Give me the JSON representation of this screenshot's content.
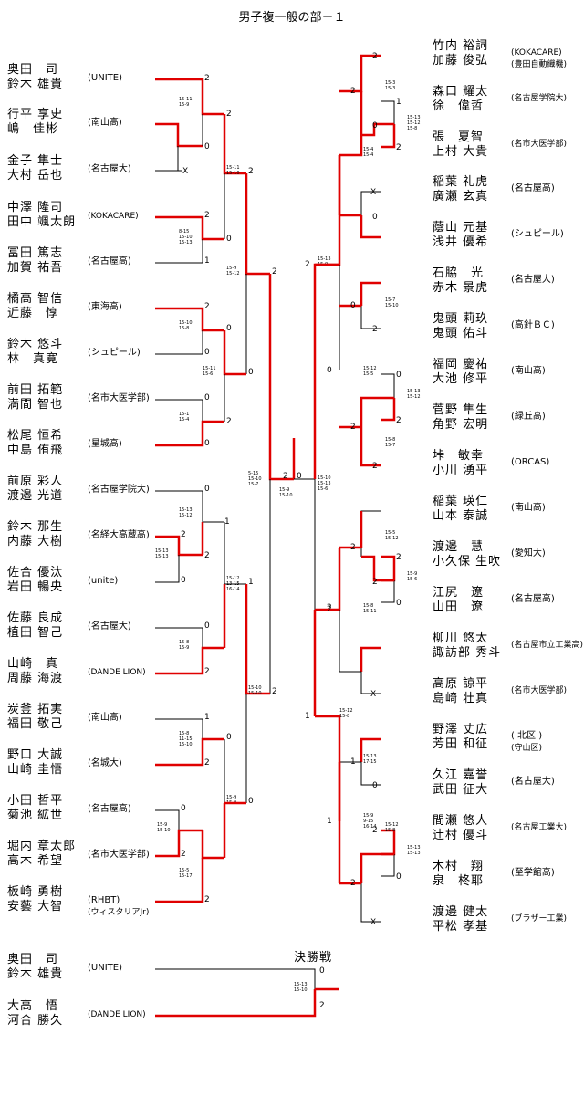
{
  "title": "男子複一般の部－１",
  "final_label": "決勝戦",
  "left_pairs": [
    {
      "p1": "奥田　司",
      "p2": "鈴木 雄貴",
      "team": "(UNITE)"
    },
    {
      "p1": "行平 享史",
      "p2": "嶋　佳彬",
      "team": "(南山高)"
    },
    {
      "p1": "金子 隼士",
      "p2": "大村 岳也",
      "team": "(名古屋大)"
    },
    {
      "p1": "中澤 隆司",
      "p2": "田中 颯太朗",
      "team": "(KOKACARE)"
    },
    {
      "p1": "冨田 篤志",
      "p2": "加賀 祐吾",
      "team": "(名古屋高)"
    },
    {
      "p1": "橘高 智信",
      "p2": "近藤　惇",
      "team": "(東海高)"
    },
    {
      "p1": "鈴木 悠斗",
      "p2": "林　真寛",
      "team": "(シュピール)"
    },
    {
      "p1": "前田 拓範",
      "p2": "満間 智也",
      "team": "(名市大医学部)"
    },
    {
      "p1": "松尾 恒希",
      "p2": "中島 侑飛",
      "team": "(星城高)"
    },
    {
      "p1": "前原 彩人",
      "p2": "渡邉 光道",
      "team": "(名古屋学院大)"
    },
    {
      "p1": "鈴木 那生",
      "p2": "内藤 大樹",
      "team": "(名経大高蔵高)"
    },
    {
      "p1": "佐合 優汰",
      "p2": "岩田 暢央",
      "team": "(unite)"
    },
    {
      "p1": "佐藤 良成",
      "p2": "植田 智己",
      "team": "(名古屋大)"
    },
    {
      "p1": "山崎　真",
      "p2": "周藤 海渡",
      "team": "(DANDE LION)"
    },
    {
      "p1": "炭釜 拓実",
      "p2": "福田 敬己",
      "team": "(南山高)"
    },
    {
      "p1": "野口 大誠",
      "p2": "山崎 圭悟",
      "team": "(名城大)"
    },
    {
      "p1": "小田 哲平",
      "p2": "菊池 絋世",
      "team": "(名古屋高)"
    },
    {
      "p1": "堀内 章太郎",
      "p2": "高木 希望",
      "team": "(名市大医学部)"
    },
    {
      "p1": "板崎 勇樹",
      "p2": "安藝 大智",
      "team": "(RHBT)",
      "team2": "(ウィスタリアJr)"
    }
  ],
  "right_pairs": [
    {
      "p1": "竹内 裕詞",
      "p2": "加藤 俊弘",
      "team": "(KOKACARE)",
      "team2": "(豊田自動織機)"
    },
    {
      "p1": "森口 耀太",
      "p2": "徐　偉哲",
      "team": "(名古屋学院大)"
    },
    {
      "p1": "張　夏智",
      "p2": "上村 大貴",
      "team": "(名市大医学部)"
    },
    {
      "p1": "稲葉 礼虎",
      "p2": "廣瀬 玄真",
      "team": "(名古屋高)"
    },
    {
      "p1": "蔭山 元基",
      "p2": "浅井 優希",
      "team": "(シュピール)"
    },
    {
      "p1": "石脇　光",
      "p2": "赤木 景虎",
      "team": "(名古屋大)"
    },
    {
      "p1": "鬼頭 莉玖",
      "p2": "鬼頭 佑斗",
      "team": "(高針ＢＣ)"
    },
    {
      "p1": "福岡 慶祐",
      "p2": "大池 修平",
      "team": "(南山高)"
    },
    {
      "p1": "菅野 隼生",
      "p2": "角野 宏明",
      "team": "(緑丘高)"
    },
    {
      "p1": "垰　敏幸",
      "p2": "小川 湧平",
      "team": "(ORCAS)"
    },
    {
      "p1": "稲葉 瑛仁",
      "p2": "山本 泰誠",
      "team": "(南山高)"
    },
    {
      "p1": "渡邉　慧",
      "p2": "小久保 生吹",
      "team": "(愛知大)"
    },
    {
      "p1": "江尻　遼",
      "p2": "山田　遼",
      "team": "(名古屋高)"
    },
    {
      "p1": "柳川 悠太",
      "p2": "諏訪部 秀斗",
      "team": "(名古屋市立工業高)"
    },
    {
      "p1": "高原 諒平",
      "p2": "島崎 壮真",
      "team": "(名市大医学部)"
    },
    {
      "p1": "野澤 丈広",
      "p2": "芳田 和征",
      "team": "( 北区 )",
      "team2": "(守山区)"
    },
    {
      "p1": "久江 嘉誉",
      "p2": "武田 征大",
      "team": "(名古屋大)"
    },
    {
      "p1": "間瀬 悠人",
      "p2": "辻村 優斗",
      "team": "(名古屋工業大)"
    },
    {
      "p1": "木村　翔",
      "p2": "泉　柊耶",
      "team": "(至学館高)"
    },
    {
      "p1": "渡邊 健太",
      "p2": "平松 孝基",
      "team": "(ブラザー工業)"
    }
  ],
  "final_pairs": [
    {
      "p1": "奥田　司",
      "p2": "鈴木 雄貴",
      "team": "(UNITE)"
    },
    {
      "p1": "大高　悟",
      "p2": "河合 勝久",
      "team": "(DANDE LION)"
    }
  ],
  "marks": {
    "L_R1A_t": "2",
    "L_R1A_b": "0",
    "L_R1B_t": "0",
    "L_R1B_b": "X",
    "L_R2A_t": "2",
    "L_R2A_b": "0",
    "L_R1C_t": "2",
    "L_R1C_b": "1",
    "L_R2B_t": "2",
    "L_R2B_b": "0",
    "L_R3A_t": "2",
    "L_R3A_b": "0",
    "L_R2C_t": "0",
    "L_R2C_b": "0",
    "L_R1D_t": "0",
    "L_R1D_b": "2",
    "L_R2D_t": "0",
    "L_R2D_b": "2",
    "L_R3B_t": "0",
    "L_R3B_b": "2",
    "L_R4A_t": "2",
    "L_R4A_b": "1",
    "L_R1E_t": "2",
    "L_R1E_b": "0",
    "L_R2E_t": "0",
    "L_R2E_b": "2",
    "L_R2E2_t": "1",
    "L_R2F_t": "0",
    "L_R2F_b": "2",
    "L_R3C_t": "1",
    "L_R3C_b": "2",
    "L_R2G_t": "1",
    "L_R2G_b": "2",
    "L_R2H_t": "0",
    "L_R2H_b": "2",
    "L_R1F_t": "0",
    "L_R1F_b": "2",
    "L_R3D_t": "0",
    "L_R3D_b": "2",
    "L_R4B_t": "0",
    "L_R4B_b": "1",
    "C_t": "2",
    "C_b": "0",
    "R_R1A_t": "2",
    "R_R1A_b": "0",
    "R_R1B_t": "1",
    "R_R1B_b": "2",
    "R_R2A_t": "2",
    "R_R2A_b": "0",
    "R_R1C_t": "X",
    "R_R2B_t": "0",
    "R_R2B_b": "2",
    "R_R3A_t": "2",
    "R_R3A_b": "0",
    "R_R1D_t": "2",
    "R_R1D_b": "0",
    "R_R2C_t": "0",
    "R_R2C_b": "2",
    "R_R1E_t": "0",
    "R_R1E_b": "2",
    "R_R3B_t": "2",
    "R_R3B_b": "2",
    "R_R2D_t": "2",
    "R_R2D_b": "2",
    "R_R1F_t": "2",
    "R_R1F_b": "0",
    "R_R2E_t": "2",
    "R_R2E_b": "0",
    "R_R1G_t": "X",
    "R_R2F_t": "1",
    "R_R2F_b": "0",
    "R_R2G_t": "2",
    "R_R2G_b": "0",
    "R_R1H_t": "2",
    "R_R1H_b": "0",
    "R_R2H_t": "X",
    "R_R3C_t": "2",
    "R_R3C_b": "1",
    "R_R4_t": "2",
    "R_R4_b": "1",
    "F_t": "0",
    "F_b": "2"
  },
  "scores": {
    "s1": "15-11 15-9",
    "s2": "15-11 15-10",
    "s3": "8-15 15-10 15-13",
    "s4": "15-9 15-12",
    "s5": "15-10 15-8",
    "s6": "15-11 15-6",
    "s7": "15-1 15-4",
    "s8": "15-13 15-12",
    "s9": "15-13 15-13",
    "s10": "15-12 13-15 16-14",
    "s11": "15-8 15-9",
    "s12": "15-10 15-10",
    "s13": "15-8 11-15 15-10",
    "s14": "15-9 15-9",
    "s15": "15-9 15-10",
    "s16": "15-5 15-17",
    "c1": "5-15 15-10 15-7",
    "c2": "15-9 15-10",
    "c3": "15-10 15-13 15-6",
    "r1": "15-3 15-3",
    "r2": "15-13 15-12 15-8",
    "r3": "15-4 15-4",
    "r4": "15-13 15-9",
    "r5": "15-7 15-10",
    "r6": "15-12 15-5",
    "r7": "15-13 15-12",
    "r8": "15-8 15-7",
    "r9": "15-5 15-12",
    "r10": "15-9 15-6",
    "r11": "15-8 15-11",
    "r12": "15-13 17-15",
    "r13": "15-12 15-8",
    "r14": "15-9 9-15 16-14",
    "r15": "15-13 15-13",
    "f1": "15-13 15-10"
  }
}
